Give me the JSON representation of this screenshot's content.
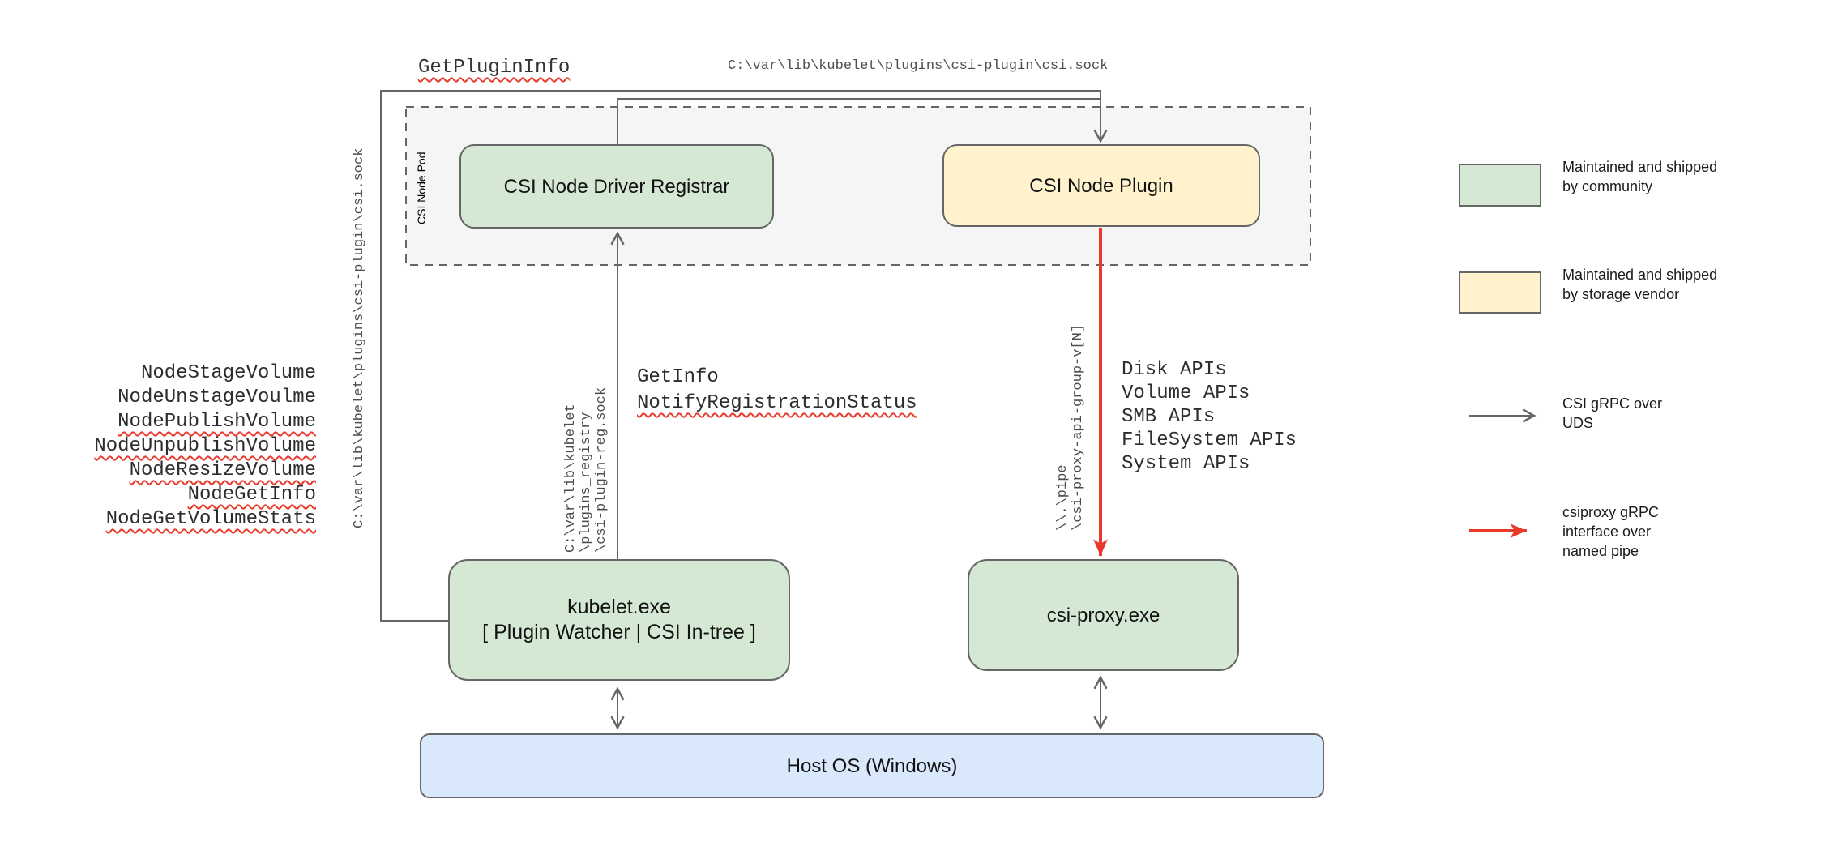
{
  "nodes": {
    "csi_node_pod": "CSI Node Pod",
    "registrar": "CSI Node Driver Registrar",
    "plugin": "CSI Node Plugin",
    "kubelet_line1": "kubelet.exe",
    "kubelet_line2": "[ Plugin Watcher | CSI In-tree ]",
    "csi_proxy": "csi-proxy.exe",
    "host_os": "Host OS (Windows)"
  },
  "edge_labels": {
    "get_plugin_info": "GetPluginInfo",
    "uds_socket_path_top": "C:\\var\\lib\\kubelet\\plugins\\csi-plugin\\csi.sock",
    "uds_socket_path_vertical": "C:\\var\\lib\\kubelet\\plugins\\csi-plugin\\csi.sock",
    "registration_socket_lines": [
      "C:\\var\\lib\\kubelet",
      "\\plugins_registry",
      "\\csi-plugin-reg.sock"
    ],
    "get_info": "GetInfo",
    "notify_registration_status": "NotifyRegistrationStatus",
    "named_pipe_lines": [
      "\\\\.\\pipe",
      "\\csi-proxy-api-group-v[N]"
    ],
    "node_rpcs": [
      "NodeStageVolume",
      "NodeUnstageVoulme",
      "NodePublishVolume",
      "NodeUnpublishVolume",
      "NodeResizeVolume",
      "NodeGetInfo",
      "NodeGetVolumeStats"
    ],
    "proxy_apis": [
      "Disk APIs",
      "Volume APIs",
      "SMB APIs",
      "FileSystem APIs",
      "System APIs"
    ]
  },
  "legend": {
    "community": {
      "line1": "Maintained and shipped",
      "line2": "by community"
    },
    "vendor": {
      "line1": "Maintained and shipped",
      "line2": "by storage vendor"
    },
    "csi_grpc": {
      "line1": "CSI gRPC over",
      "line2": "UDS"
    },
    "csiproxy_grpc": {
      "line1": "csiproxy gRPC",
      "line2": "interface over",
      "line3": "named pipe"
    }
  },
  "colors": {
    "community_green": "#d5e8d4",
    "vendor_yellow": "#fff2cc",
    "host_blue": "#dae8fc",
    "pod_gray": "#f5f5f5",
    "line_gray": "#666666",
    "pipe_red": "#e8392b"
  }
}
